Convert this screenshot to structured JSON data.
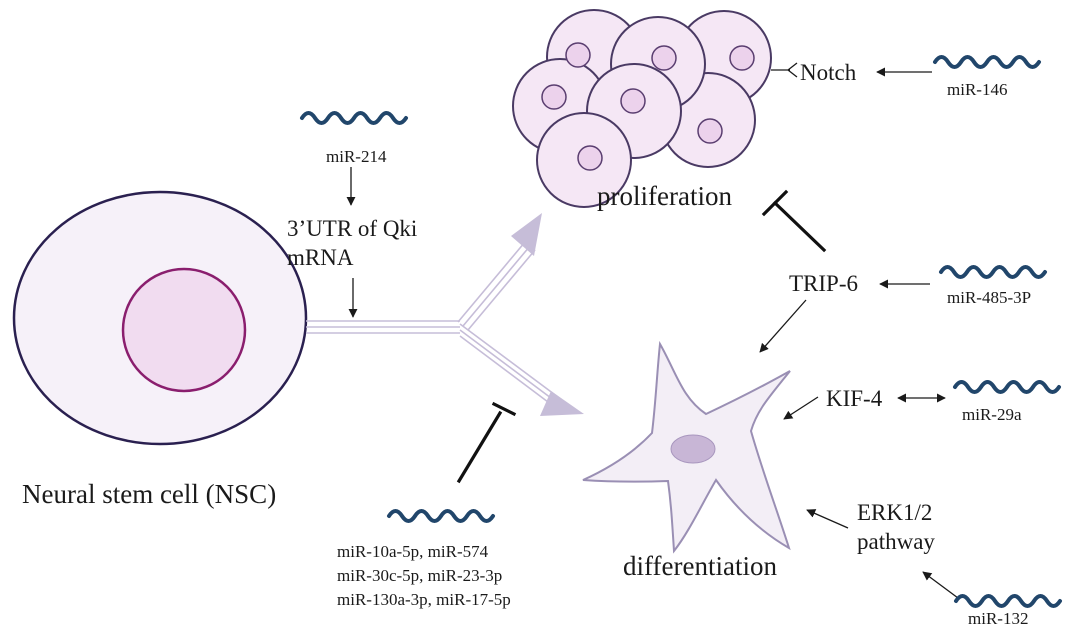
{
  "labels": {
    "nsc": "Neural stem cell (NSC)",
    "proliferation": "proliferation",
    "differentiation": "differentiation",
    "qki_line1": "3’UTR of Qki",
    "qki_line2": "mRNA",
    "notch": "Notch",
    "trip6": "TRIP-6",
    "kif4": "KIF-4",
    "erk_line1": "ERK1/2",
    "erk_line2": "pathway"
  },
  "mirnas": {
    "mir214": "miR-214",
    "mir146": "miR-146",
    "mir485": "miR-485-3P",
    "mir29a": "miR-29a",
    "mir132": "miR-132",
    "group_line1": "miR-10a-5p, miR-574",
    "group_line2": "miR-30c-5p, miR-23-3p",
    "group_line3": "miR-130a-3p, miR-17-5p"
  },
  "colors": {
    "wave": "#21466b",
    "cell_fill": "#f5e7f5",
    "cell_outline": "#4a3a64",
    "nucleus_fill": "#ecd2ec",
    "nucleus_outline": "#8a1e6e",
    "branch_arrow": "#c6bdd8",
    "neuron_fill": "#f3eef6",
    "neuron_outline": "#9a8fb4",
    "neuron_nucleus": "#c8b6d6"
  }
}
